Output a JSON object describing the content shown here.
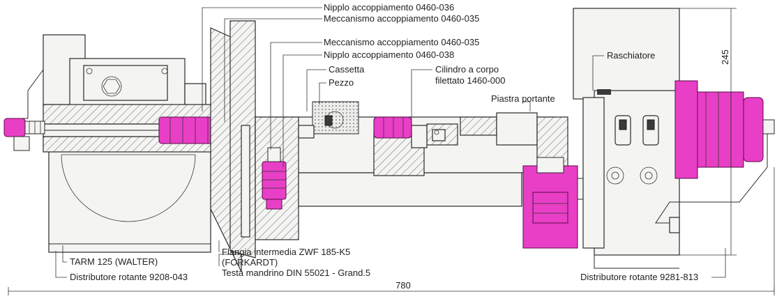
{
  "colors": {
    "highlight": "#e83fc6",
    "line": "#2a2a2a",
    "hatch_fill": "#f4f4f2",
    "background": "#ffffff"
  },
  "labels": {
    "nipplo_036": "Nipplo accoppiamento 0460-036",
    "meccanismo_035_top": "Meccanismo accoppiamento 0460-035",
    "meccanismo_035_mid": "Meccanismo accoppiamento 0460-035",
    "nipplo_038": "Nipplo accoppiamento 0460-038",
    "cassetta": "Cassetta",
    "pezzo": "Pezzo",
    "cilindro_line1": "Cilindro a corpo",
    "cilindro_line2": "filettato 1460-000",
    "piastra": "Piastra portante",
    "raschiatore": "Raschiatore",
    "flangia_line1": "Flangia intermedia ZWF 185-K5",
    "flangia_line2": "(FORKARDT)",
    "testa": "Testa mandrino DIN 55021 - Grand.5",
    "tarm": "TARM 125 (WALTER)",
    "distributore_left": "Distributore rotante 9208-043",
    "distributore_right": "Distributore rotante 9281-813"
  },
  "dimensions": {
    "overall_width": "780",
    "height": "245"
  }
}
